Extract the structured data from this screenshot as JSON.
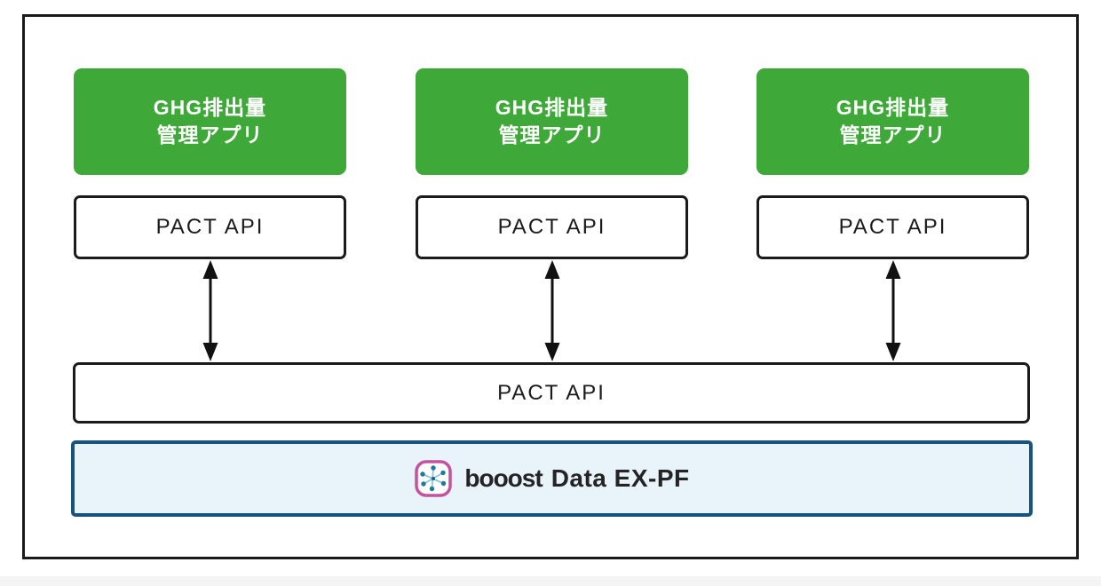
{
  "diagram": {
    "apps": [
      {
        "title_line1": "GHG排出量",
        "title_line2": "管理アプリ",
        "api_label": "PACT API"
      },
      {
        "title_line1": "GHG排出量",
        "title_line2": "管理アプリ",
        "api_label": "PACT API"
      },
      {
        "title_line1": "GHG排出量",
        "title_line2": "管理アプリ",
        "api_label": "PACT API"
      }
    ],
    "platform_api_label": "PACT API",
    "platform": {
      "logo_wordmark": "booost",
      "name_suffix": "Data EX-PF",
      "full_name": "booost Data EX-PF"
    },
    "colors": {
      "app_box_green": "#3ea838",
      "box_border_black": "#1b1b1b",
      "platform_fill_blue": "#e9f3fa",
      "platform_border_navy": "#17537d",
      "logo_ring_pink": "#c4539f",
      "logo_node_teal": "#1f7a99",
      "logo_link_blue": "#8ec6dc"
    }
  }
}
